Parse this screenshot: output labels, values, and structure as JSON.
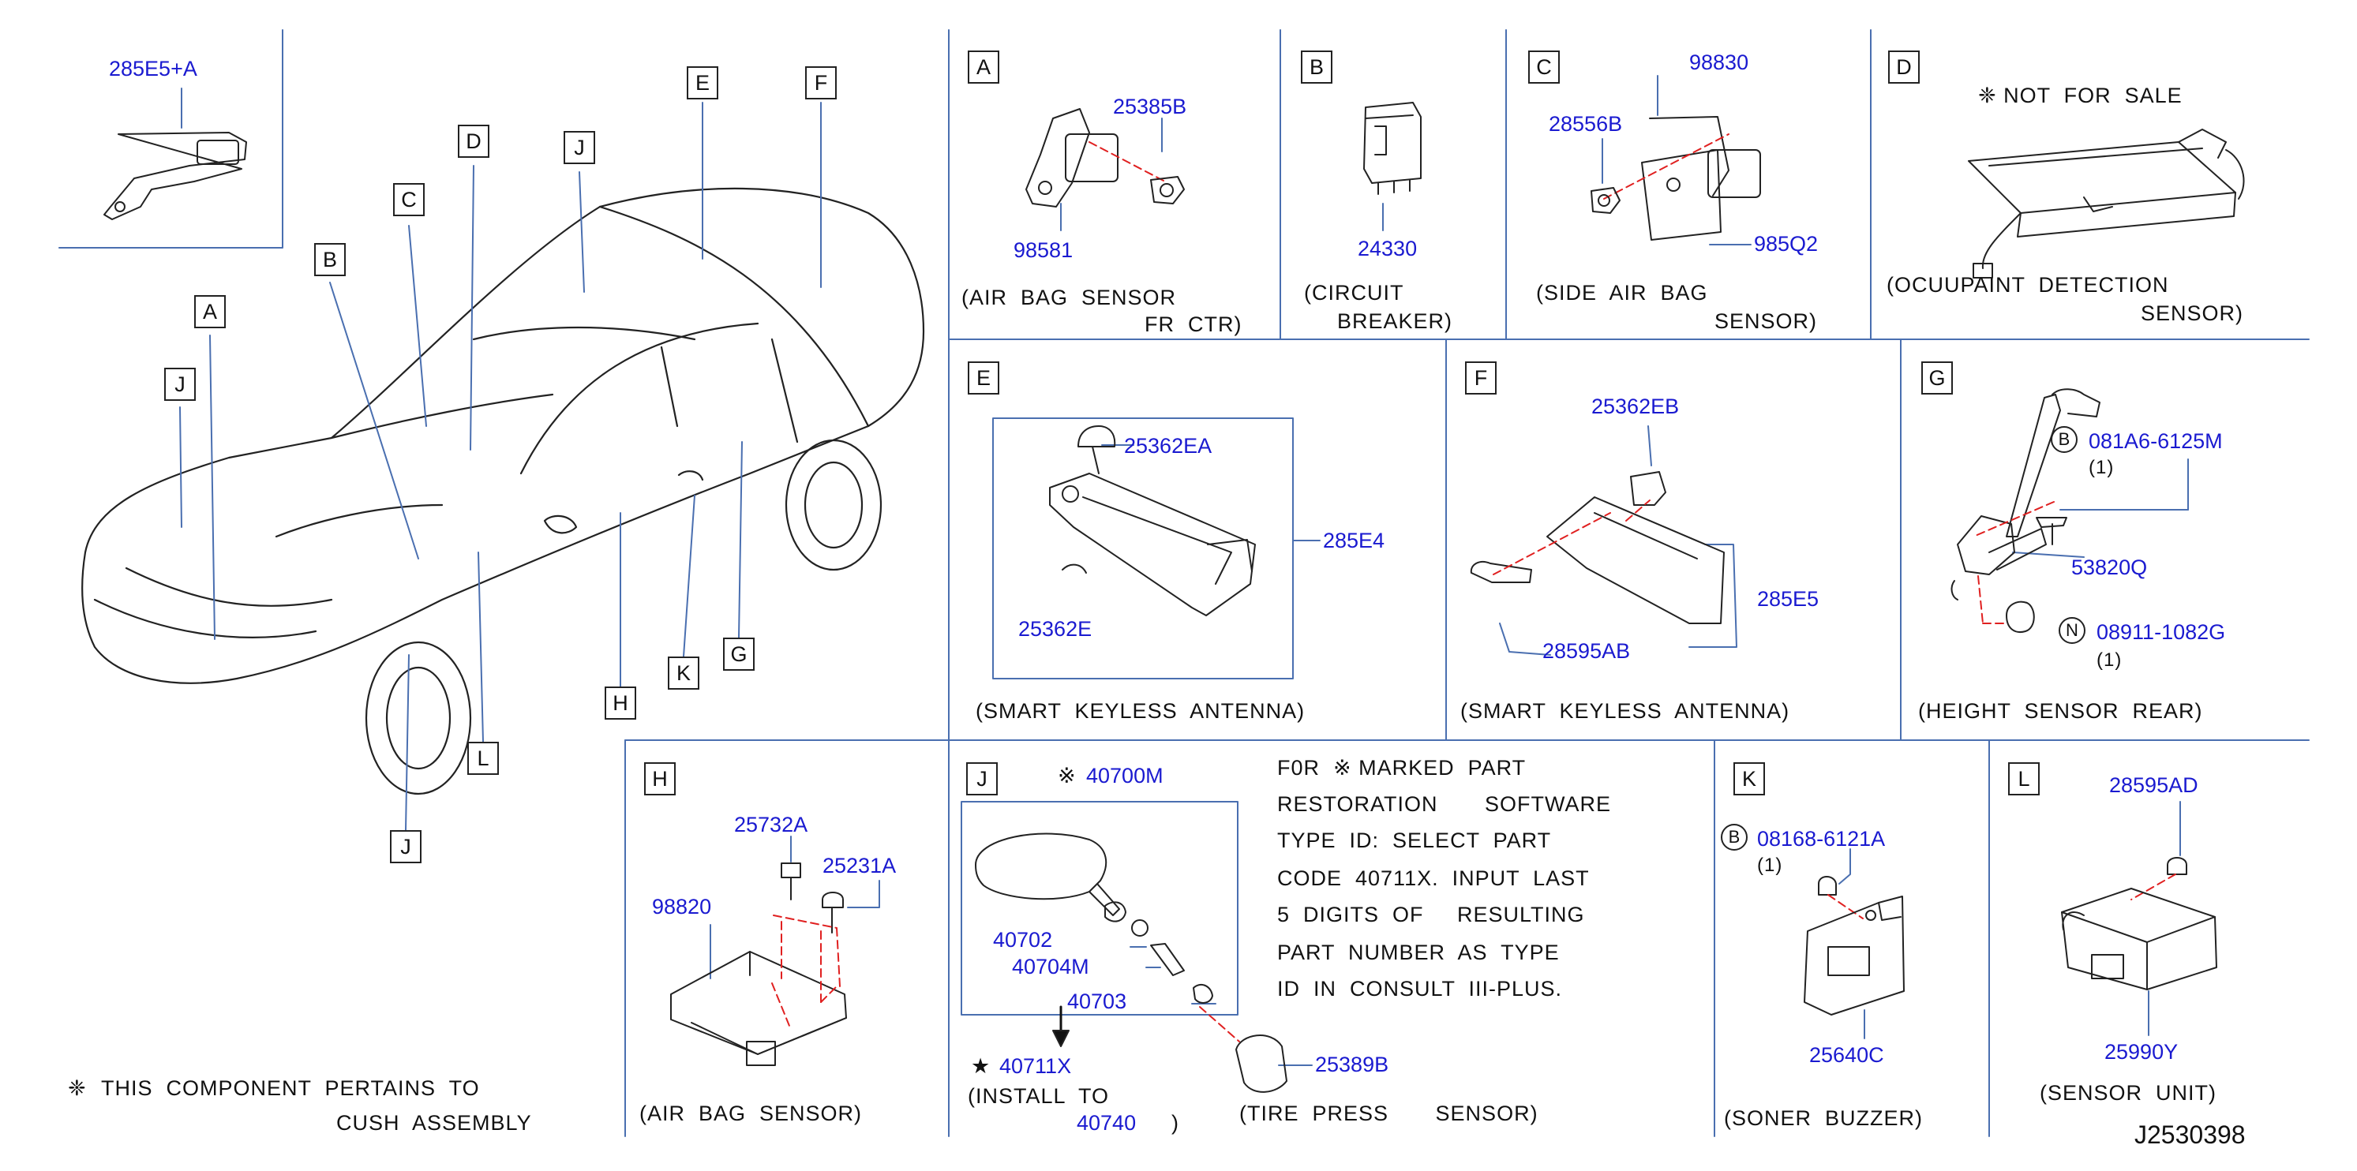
{
  "diagram_id": "J2530398",
  "colors": {
    "callout": "#1a1ad0",
    "ink": "#222222",
    "dash": "#e02020"
  },
  "overview": {
    "inset_part": "285E5+A",
    "labels": [
      "A",
      "B",
      "C",
      "D",
      "E",
      "F",
      "J",
      "J",
      "H",
      "K",
      "G",
      "L",
      "J"
    ],
    "note_symbol": "❈",
    "note_line1": "THIS  COMPONENT  PERTAINS  TO",
    "note_line2": "CUSH  ASSEMBLY"
  },
  "panels": {
    "A": {
      "letter": "A",
      "parts": [
        "25385B",
        "98581"
      ],
      "caption1": "(AIR  BAG  SENSOR",
      "caption2": "FR  CTR)"
    },
    "B": {
      "letter": "B",
      "parts": [
        "24330"
      ],
      "caption1": "(CIRCUIT",
      "caption2": "BREAKER)"
    },
    "C": {
      "letter": "C",
      "parts": [
        "98830",
        "28556B",
        "985Q2"
      ],
      "caption1": "(SIDE  AIR  BAG",
      "caption2": "SENSOR)"
    },
    "D": {
      "letter": "D",
      "note": "❈ NOT  FOR  SALE",
      "caption1": "(OCUUPAINT  DETECTION",
      "caption2": "SENSOR)"
    },
    "E": {
      "letter": "E",
      "parts": [
        "25362EA",
        "285E4",
        "25362E"
      ],
      "caption": "(SMART  KEYLESS  ANTENNA)"
    },
    "F": {
      "letter": "F",
      "parts": [
        "25362EB",
        "285E5",
        "28595AB"
      ],
      "caption": "(SMART  KEYLESS  ANTENNA)"
    },
    "G": {
      "letter": "G",
      "bolt_prefix": "B",
      "bolt_part": "081A6-6125M",
      "bolt_qty": "(1)",
      "part_mid": "53820Q",
      "nut_prefix": "N",
      "nut_part": "08911-1082G",
      "nut_qty": "(1)",
      "caption": "(HEIGHT  SENSOR  REAR)"
    },
    "H": {
      "letter": "H",
      "parts": [
        "25732A",
        "25231A",
        "98820"
      ],
      "caption": "(AIR  BAG  SENSOR)"
    },
    "J": {
      "letter": "J",
      "mark": "※",
      "parts": [
        "40700M",
        "40702",
        "40704M",
        "40703",
        "25389B"
      ],
      "star": "★",
      "kit_part": "40711X",
      "install_line1": "(INSTALL  TO",
      "install_part": "40740",
      "install_close": ")",
      "caption": "(TIRE  PRESS       SENSOR)",
      "note_lines": [
        "F0R  ※ MARKED  PART",
        "RESTORATION       SOFTWARE",
        "TYPE  ID:  SELECT  PART",
        "CODE  40711X.  INPUT  LAST",
        "5  DIGITS  OF     RESULTING",
        "PART  NUMBER  AS  TYPE",
        "ID  IN  CONSULT  III-PLUS."
      ]
    },
    "K": {
      "letter": "K",
      "bolt_prefix": "B",
      "bolt_part": "08168-6121A",
      "bolt_qty": "(1)",
      "part": "25640C",
      "caption": "(SONER  BUZZER)"
    },
    "L": {
      "letter": "L",
      "parts": [
        "28595AD",
        "25990Y"
      ],
      "caption": "(SENSOR  UNIT)"
    }
  }
}
